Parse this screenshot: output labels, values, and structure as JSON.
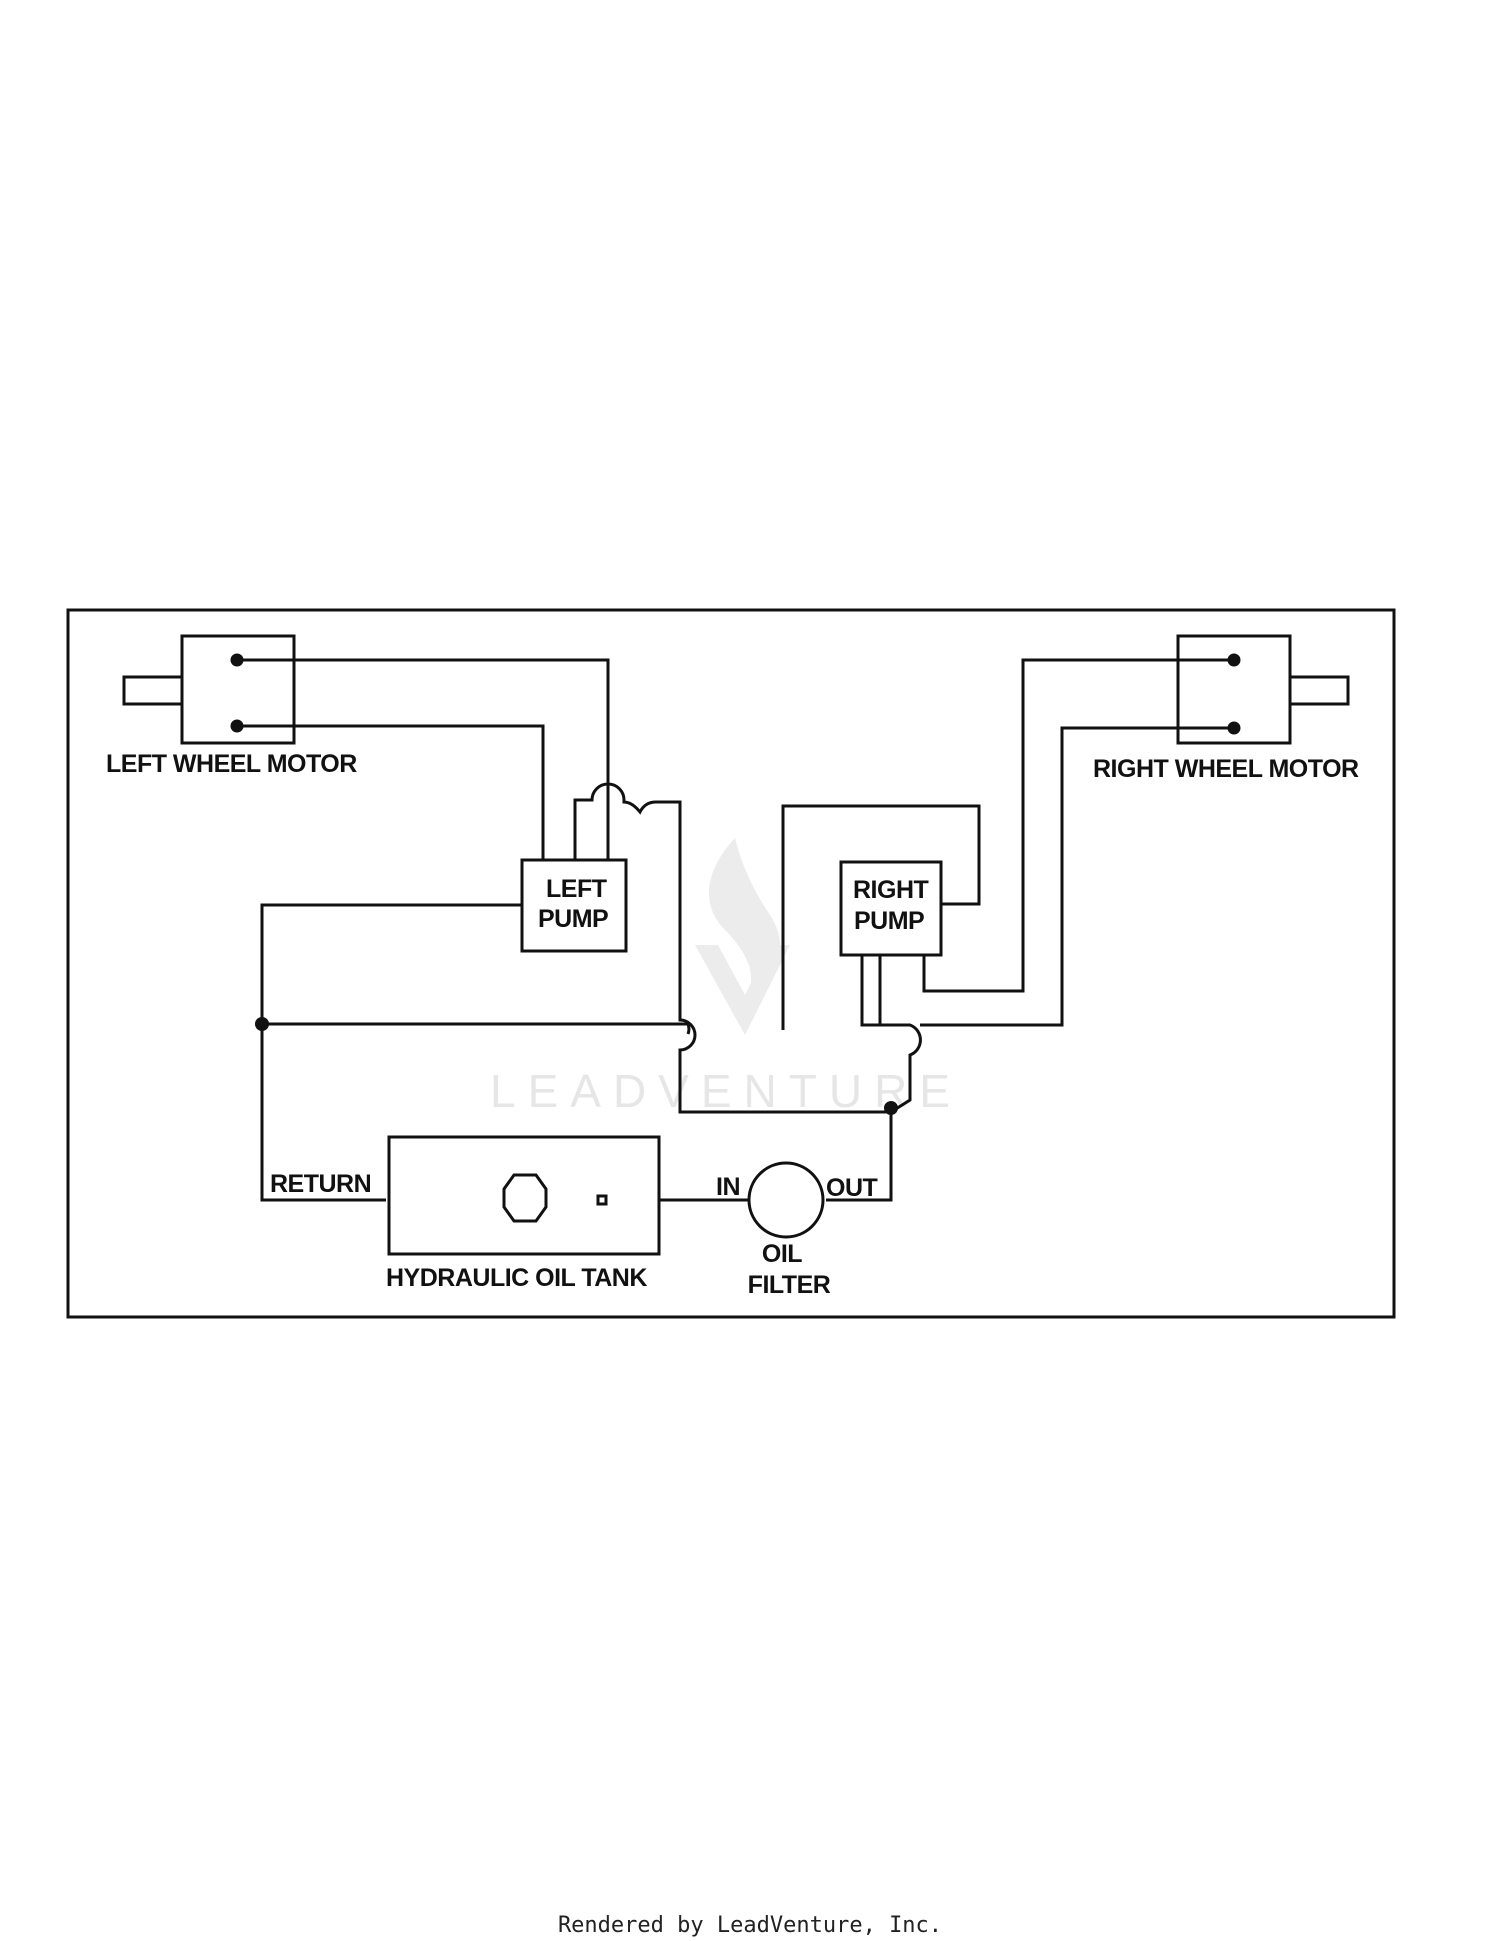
{
  "diagram": {
    "labels": {
      "left_wheel_motor": "LEFT WHEEL MOTOR",
      "right_wheel_motor": "RIGHT WHEEL MOTOR",
      "left_pump_line1": "LEFT",
      "left_pump_line2": "PUMP",
      "right_pump_line1": "RIGHT",
      "right_pump_line2": "PUMP",
      "return": "RETURN",
      "hydraulic_oil_tank": "HYDRAULIC OIL TANK",
      "in": "IN",
      "out": "OUT",
      "oil_filter_line1": "OIL",
      "oil_filter_line2": "FILTER"
    },
    "watermark": "LEADVENTURE",
    "watermark_icon": "leadventure-flame-logo"
  },
  "footer": {
    "text": "Rendered by LeadVenture, Inc."
  },
  "colors": {
    "line": "#111111",
    "background": "#ffffff",
    "watermark": "#e6e6e6"
  }
}
